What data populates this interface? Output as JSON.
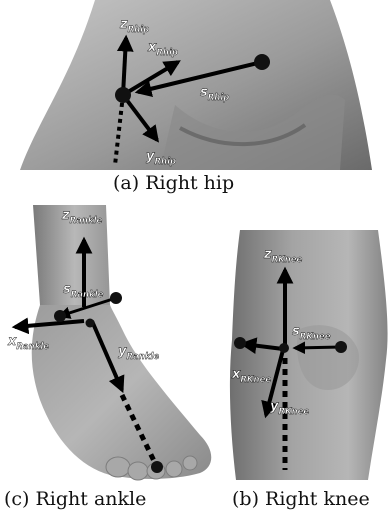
{
  "captions": {
    "hip": "(a) Right hip",
    "ankle": "(c) Right ankle",
    "knee": "(b) Right knee"
  },
  "hip": {
    "labels": {
      "z": {
        "main": "z",
        "sub": "Rhip"
      },
      "x": {
        "main": "x",
        "sub": "Rhip"
      },
      "s": {
        "main": "s",
        "sub": "Rhip"
      },
      "y": {
        "main": "y",
        "sub": "Rhip"
      }
    }
  },
  "ankle": {
    "labels": {
      "z": {
        "main": "z",
        "sub": "Rankle"
      },
      "s": {
        "main": "s",
        "sub": "Rankle"
      },
      "x": {
        "main": "x",
        "sub": "Rankle"
      },
      "y": {
        "main": "y",
        "sub": "Rankle"
      }
    }
  },
  "knee": {
    "labels": {
      "z": {
        "main": "z",
        "sub": "RKnee"
      },
      "s": {
        "main": "s",
        "sub": "RKnee"
      },
      "x": {
        "main": "x",
        "sub": "RKnee"
      },
      "y": {
        "main": "y",
        "sub": "RKnee"
      }
    }
  },
  "colors": {
    "skin_light": "#b4b4b4",
    "skin_dark": "#6e6e6e",
    "axis": "#000000",
    "label_fill": "#ffffff"
  }
}
